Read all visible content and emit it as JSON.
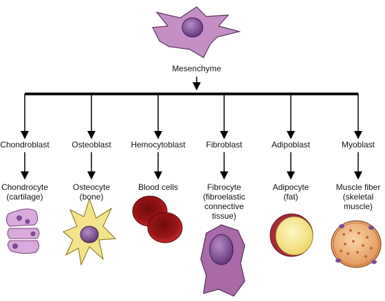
{
  "root": {
    "label": "Mesenchyme"
  },
  "branches": [
    {
      "progenitor": "Chondroblast",
      "cell": "Chondrocyte\n(cartilage)",
      "icon": "chondrocyte-icon"
    },
    {
      "progenitor": "Osteoblast",
      "cell": "Osteocyte\n(bone)",
      "icon": "osteocyte-icon"
    },
    {
      "progenitor": "Hemocytoblast",
      "cell": "Blood cells",
      "icon": "blood-cells-icon"
    },
    {
      "progenitor": "Fibroblast",
      "cell": "Fibrocyte\n(fibroelastic\nconnective\ntissue)",
      "icon": "fibrocyte-icon"
    },
    {
      "progenitor": "Adipoblast",
      "cell": "Adipocyte\n(fat)",
      "icon": "adipocyte-icon"
    },
    {
      "progenitor": "Myoblast",
      "cell": "Muscle fiber\n(skeletal\nmuscle)",
      "icon": "muscle-fiber-icon"
    }
  ],
  "colors": {
    "membrane_purple": "#a86aa8",
    "nucleus_purple": "#7a4a92",
    "bone_yellow": "#f3e38a",
    "blood_red": "#a01818",
    "fat_yellow": "#f6e68c",
    "muscle_orange": "#e8a868"
  }
}
